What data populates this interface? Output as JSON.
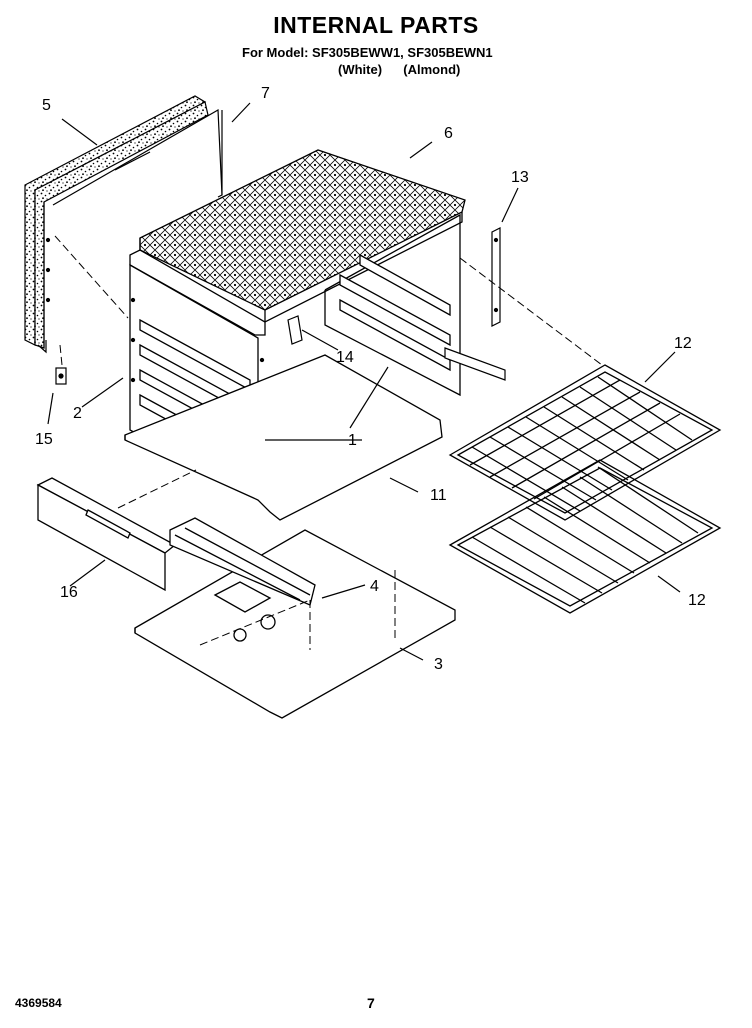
{
  "header": {
    "title": "INTERNAL PARTS",
    "model_line": "For Model: SF305BEWW1, SF305BEWN1",
    "color_white": "(White)",
    "color_almond": "(Almond)"
  },
  "callouts": {
    "c1": "1",
    "c2": "2",
    "c3": "3",
    "c4": "4",
    "c5": "5",
    "c6": "6",
    "c7": "7",
    "c11": "11",
    "c12a": "12",
    "c12b": "12",
    "c13": "13",
    "c14": "14",
    "c15": "15",
    "c16": "16"
  },
  "footer": {
    "doc_number": "4369584",
    "page_number": "7"
  }
}
